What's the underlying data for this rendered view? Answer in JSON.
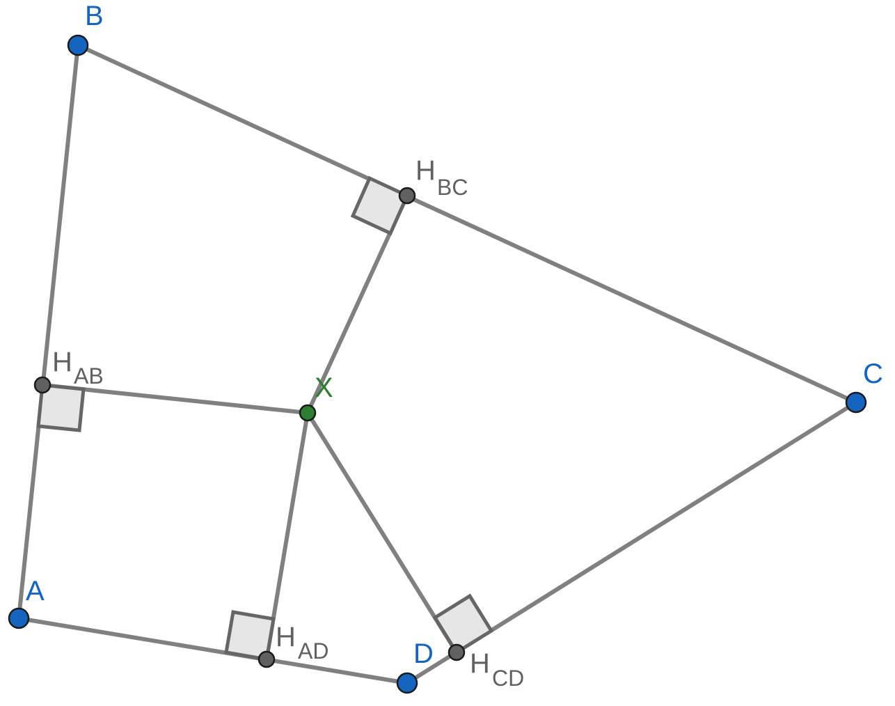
{
  "diagram": {
    "colors": {
      "edge": "#808080",
      "right_angle_fill": "#e6e6e6",
      "right_angle_stroke": "#666666",
      "vertex": "#1565c0",
      "foot": "#616161",
      "center": "#2e7d32"
    },
    "vertices": [
      {
        "id": "B",
        "label": "B"
      },
      {
        "id": "C",
        "label": "C"
      },
      {
        "id": "A",
        "label": "A"
      },
      {
        "id": "D",
        "label": "D"
      }
    ],
    "center": {
      "id": "X",
      "label": "X"
    },
    "feet": [
      {
        "id": "HBC",
        "main": "H",
        "sub": "BC"
      },
      {
        "id": "HAB",
        "main": "H",
        "sub": "AB"
      },
      {
        "id": "HAD",
        "main": "H",
        "sub": "AD"
      },
      {
        "id": "HCD",
        "main": "H",
        "sub": "CD"
      }
    ]
  }
}
